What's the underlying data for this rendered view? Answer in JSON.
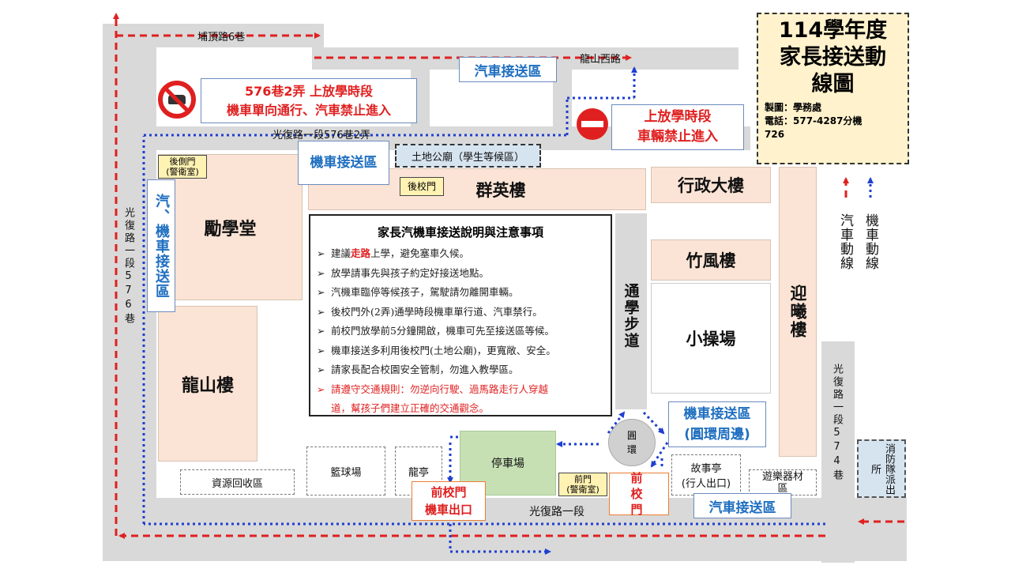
{
  "title_box": {
    "title_line1": "114學年度",
    "title_line2": "家長接送動",
    "title_line3": "線圖",
    "maker": "製圖：學務處",
    "phone": "電話：577-4287分機",
    "ext": "726"
  },
  "roads": {
    "puding": "埔頂路6巷",
    "longshan_west": "龍山西路",
    "lane576_2": "光復路一段576巷2弄",
    "lane576_vertical": "光復路一段576巷",
    "guangfu_sec1": "光復路一段",
    "lane574_vertical": "光復路一段574巷"
  },
  "buildings": {
    "lixue": "勵學堂",
    "longshan": "龍山樓",
    "qunying": "群英樓",
    "admin": "行政大樓",
    "zhufeng": "竹風樓",
    "xiaocaochang": "小操場",
    "yingxi": "迎曦樓",
    "walkway": "通學步道",
    "parking": "停車場",
    "basketball": "籃球場",
    "longting": "龍亭",
    "recycle": "資源回收區",
    "storyhouse_line1": "故事亭",
    "storyhouse_line2": "(行人出口)",
    "playground_line1": "遊樂器材",
    "playground_line2": "區",
    "roundabout_line1": "圓",
    "roundabout_line2": "環",
    "fire_station": "消防隊派出所",
    "temple": "土地公廟（學生等候區）"
  },
  "gates": {
    "side_gate_line1": "後側門",
    "side_gate_line2": "(警衛室)",
    "back_gate": "後校門",
    "front_gate_line1": "前門",
    "front_gate_line2": "(警衛室)"
  },
  "callouts": {
    "lane_warning_line1": "576巷2弄 上放學時段",
    "lane_warning_line2": "機車單向通行、汽車禁止進入",
    "no_entry_line1": "上放學時段",
    "no_entry_line2": "車輛禁止進入",
    "car_zone_top": "汽車接送區",
    "moto_zone_top": "機車接送區",
    "car_moto_left": "汽、機車接送區",
    "moto_roundabout_line1": "機車接送區",
    "moto_roundabout_line2": "(圓環周邊)",
    "car_zone_bottom": "汽車接送區",
    "front_gate_moto_line1": "前校門",
    "front_gate_moto_line2": "機車出口",
    "front_gate_label": "前校門"
  },
  "legend": {
    "car": "汽車動線",
    "moto": "機車動線"
  },
  "notes": {
    "heading": "家長汽機車接送說明與注意事項",
    "item1_pre": "建議",
    "item1_em": "走路",
    "item1_post": "上學，避免塞車久候。",
    "item2": "放學請事先與孩子約定好接送地點。",
    "item3": "汽機車臨停等候孩子，駕駛請勿離開車輛。",
    "item4": "後校門外(2弄)通學時段機車單行道、汽車禁行。",
    "item5": "前校門放學前5分鐘開啟，機車可先至接送區等候。",
    "item6": "機車接送多利用後校門(土地公廟)，更寬敞、安全。",
    "item7": "請家長配合校園安全管制，勿進入教學區。",
    "item8_line1": "請遵守交通規則：勿逆向行駛、過馬路走行人穿越",
    "item8_line2": "道，幫孩子們建立正確的交通觀念。"
  },
  "colors": {
    "car_route": "#e02020",
    "moto_route": "#1f3fd0",
    "road": "#d9d9d9",
    "building": "#fbe4d5",
    "parking": "#c6e0b4",
    "callout_blue": "#1f6fc0"
  }
}
